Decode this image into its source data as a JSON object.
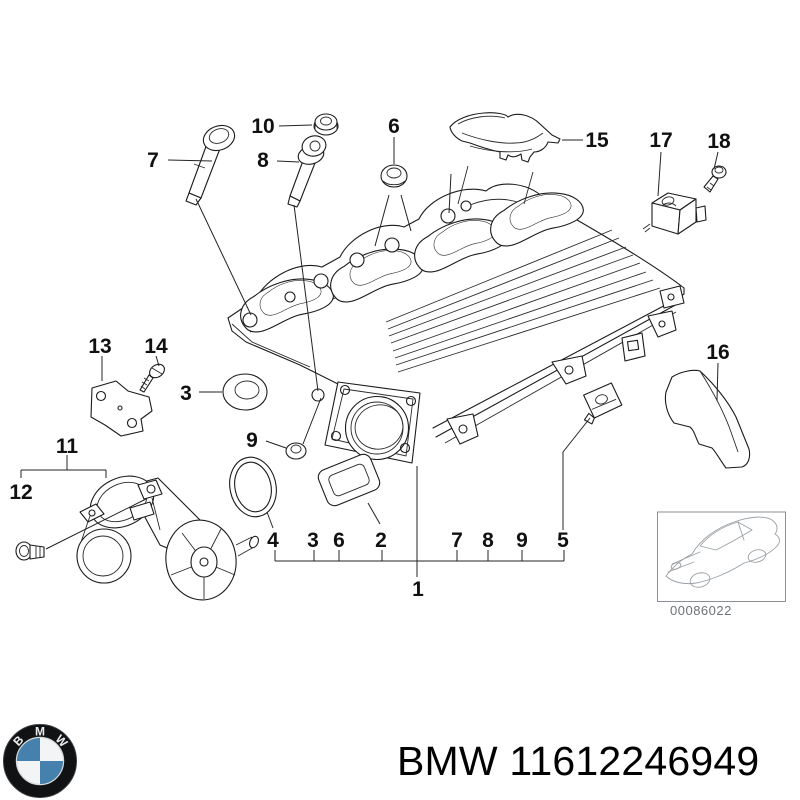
{
  "diagram": {
    "callouts": [
      {
        "id": "stud-long",
        "label": "7"
      },
      {
        "id": "nut",
        "label": "10"
      },
      {
        "id": "stud-short",
        "label": "8"
      },
      {
        "id": "grommet-top",
        "label": "6"
      },
      {
        "id": "acoustic-cover",
        "label": "15"
      },
      {
        "id": "sensor",
        "label": "17"
      },
      {
        "id": "sensor-bolt",
        "label": "18"
      },
      {
        "id": "gasket-plate",
        "label": "13"
      },
      {
        "id": "tapping-screw",
        "label": "14"
      },
      {
        "id": "seal-ring",
        "label": "3"
      },
      {
        "id": "side-bracket",
        "label": "16"
      },
      {
        "id": "small-grommet",
        "label": "9"
      },
      {
        "id": "throttle-body",
        "label": "11"
      },
      {
        "id": "throttle-bolt",
        "label": "12"
      },
      {
        "id": "group-oring",
        "label": "4"
      },
      {
        "id": "group-seal",
        "label": "3"
      },
      {
        "id": "group-grommet",
        "label": "6"
      },
      {
        "id": "group-gasket",
        "label": "2"
      },
      {
        "id": "group-stud-long",
        "label": "7"
      },
      {
        "id": "group-stud-short",
        "label": "8"
      },
      {
        "id": "group-grommet9",
        "label": "9"
      },
      {
        "id": "group-holder",
        "label": "5"
      },
      {
        "id": "intake-manifold",
        "label": "1"
      }
    ],
    "thumbnail_code": "00086022"
  },
  "footer": {
    "brand": "BMW",
    "part_number": "11612246949",
    "logo_letters": [
      "B",
      "M",
      "W"
    ]
  },
  "colors": {
    "bmw_blue": "#4681ad",
    "line": "#1b1b1b",
    "thumb_line": "#9aa0a6",
    "caption": "#6d7277"
  }
}
